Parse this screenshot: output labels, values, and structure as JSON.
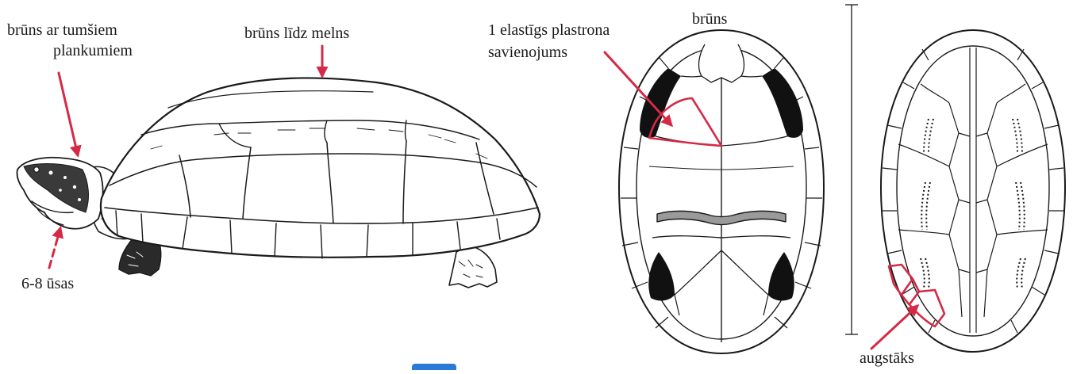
{
  "labels": {
    "head_line1": "brūns ar tumšiem",
    "head_line2": "plankumiem",
    "shell_top": "brūns līdz melns",
    "barbels": "6-8 ūsas",
    "hinge_line1": "1 elastīgs plastrona",
    "hinge_line2": "savienojums",
    "plastron_color": "brūns",
    "carapace_high": "augstāks"
  },
  "colors": {
    "accent": "#d42a45",
    "ink": "#1a1a1a",
    "hinge_fill": "#9a9a9a",
    "badge": "#2b7bd6"
  }
}
